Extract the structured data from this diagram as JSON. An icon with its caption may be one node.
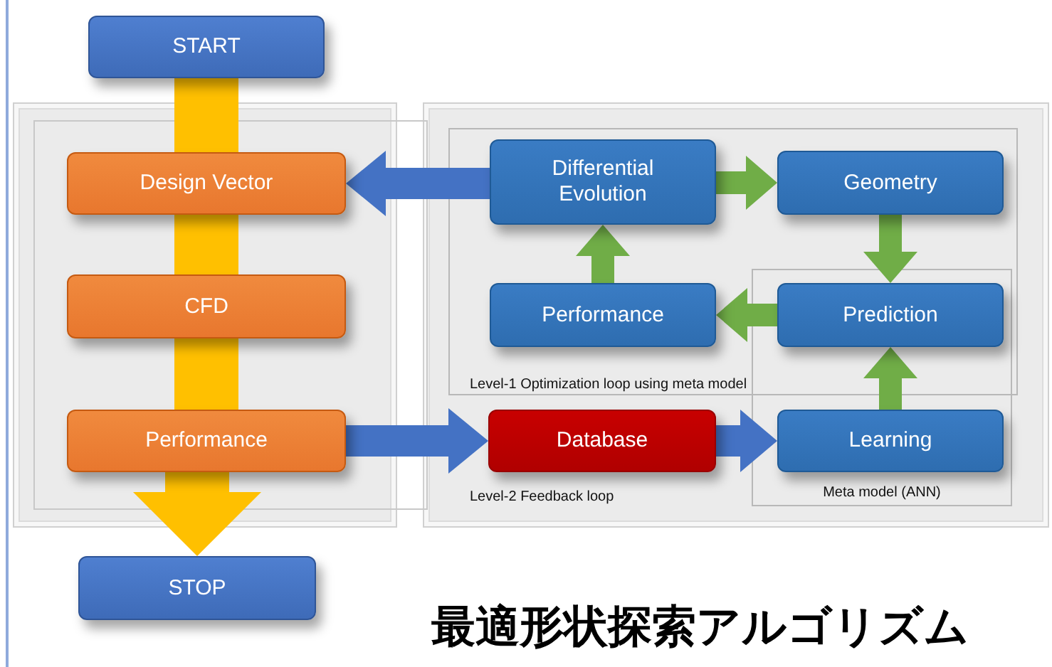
{
  "diagram": {
    "title": "最適形状探索アルゴリズム",
    "nodes": [
      {
        "text": [
          "START"
        ]
      },
      {
        "text": [],
        "shape": "box"
      },
      {
        "text": [
          "Design Vector"
        ],
        "in": 1
      },
      {
        "text": [
          "CFD"
        ],
        "in": 1
      },
      {
        "text": [
          "Performance"
        ],
        "in": 1
      },
      {
        "text": [
          "STOP"
        ]
      },
      {
        "text": [],
        "shape": "box"
      },
      {
        "text": [
          "Level-1 Optimization loop using meta model"
        ],
        "in": 6
      },
      {
        "text": [
          "Differential Evolution"
        ],
        "in": 7
      },
      {
        "text": [
          "Geometry"
        ],
        "in": 7
      },
      {
        "text": [
          "Performance"
        ],
        "in": 7
      },
      {
        "text": [
          "Prediction"
        ]
      },
      {
        "text": [
          "Meta model (ANN)"
        ],
        "in": 6
      },
      {
        "text": [
          "Database"
        ],
        "in": 6
      },
      {
        "text": [
          "Learning"
        ],
        "in": 12
      }
    ],
    "edges": [
      {
        "from": 0,
        "to": 2,
        "arrow": "none",
        "style": "thick",
        "color": "#ffc000"
      },
      {
        "from": 2,
        "to": 3,
        "arrow": "none",
        "style": "thick",
        "color": "#ffc000"
      },
      {
        "from": 3,
        "to": 4,
        "arrow": "none",
        "style": "thick",
        "color": "#ffc000"
      },
      {
        "from": 4,
        "to": 5,
        "arrow": "to",
        "style": "thick",
        "color": "#ffc000"
      },
      {
        "from": 8,
        "to": 2,
        "arrow": "to",
        "color": "#4472c4"
      },
      {
        "from": 8,
        "to": 9,
        "arrow": "to"
      },
      {
        "from": 9,
        "to": 11,
        "arrow": "to"
      },
      {
        "from": 11,
        "to": 10,
        "arrow": "to"
      },
      {
        "from": 10,
        "to": 8,
        "arrow": "to"
      },
      {
        "from": 14,
        "to": 11,
        "arrow": "to"
      },
      {
        "from": 4,
        "to": 13,
        "arrow": "to",
        "color": "#4472c4"
      },
      {
        "from": 13,
        "to": 14,
        "arrow": "to",
        "color": "#4472c4"
      }
    ],
    "labels": [
      "Level-2 Feedback loop"
    ]
  }
}
